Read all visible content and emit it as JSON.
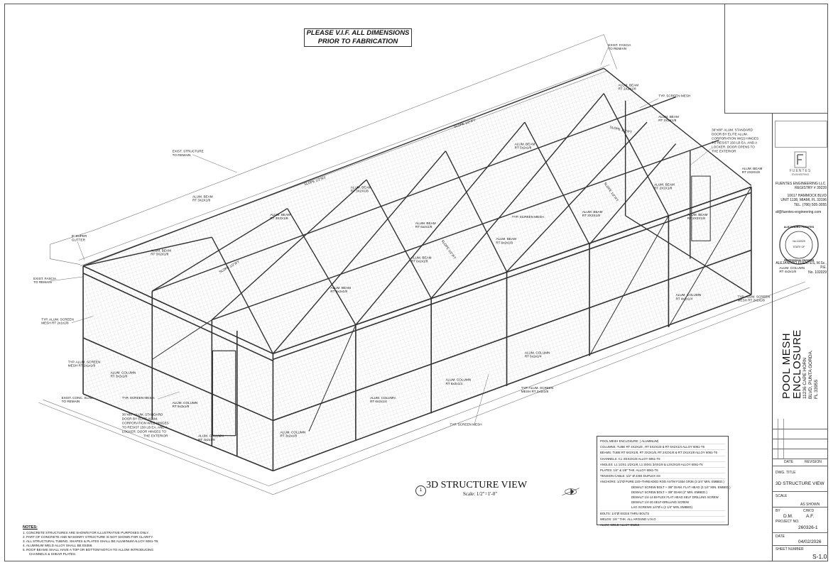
{
  "banner": {
    "line1": "PLEASE V.I.F. ALL DIMENSIONS",
    "line2": "PRIOR TO FABRICATION"
  },
  "view": {
    "number": "1",
    "title": "3D STRUCTURE VIEW",
    "scale": "Scale: 1/2\"=1'-0\""
  },
  "callouts": {
    "exist_fascia_top_1": "EXIST. FASCIA",
    "exist_fascia_top_2": "TO REMAIN",
    "exist_structure_1": "EXIST. STRUCTURE",
    "exist_structure_2": "TO REMAIN",
    "gutter_1": "5\" SUPER",
    "gutter_2": "GUTTER",
    "exist_fascia_left_1": "EXIST. FASCIA",
    "exist_fascia_left_2": "TO REMAIN",
    "typ_screen_left_1": "TYP. ALUM. SCREEN",
    "typ_screen_left_2": "MESH RT 2x1x1/8",
    "typ_screen_left2_1": "TYP. ALUM. SCREEN",
    "typ_screen_left2_2": "MESH RT 2x1x1/8",
    "typ_screen_mesh_a": "TYP. SCREEN MESH",
    "typ_screen_mesh_b": "TYP. SCREEN MESH",
    "typ_screen_mesh_c": "TYP. SCREEN MESH.",
    "typ_screen_mesh_d": "TYP. SCREEN MESH",
    "exist_slab_1": "EXIST. CONC. SLAB",
    "exist_slab_2": "TO REMAIN",
    "door_left_1": "36\"x80\" ALUM. STANDARD",
    "door_left_2": "DOOR BY ELITE ALUM.",
    "door_left_3": "CORPORATION W/(2) HINGES",
    "door_left_4": "TO RESIST 150 LB EA. AND A",
    "door_left_5": "LOCKER. DOOR HINGES TO",
    "door_left_6": "THE EXTERIOR",
    "door_right_1": "36\"x80\" ALUM. STANDARD",
    "door_right_2": "DOOR BY ELITE ALUM.",
    "door_right_3": "CORPORATION W/(2) HINGES",
    "door_right_4": "TO RESIST 150 LB EA. AND A",
    "door_right_5": "LOCKER. DOOR OPENS TO",
    "door_right_6": "THE EXTERIOR",
    "typ_screen_right_1": "TYP. ALUM. SCREEN",
    "typ_screen_right_2": "MESH RT 2x1x1/8",
    "typ_screen_bot_1": "TYP. ALUM. SCREEN",
    "typ_screen_bot_2": "MESH RT 2x1x1/8",
    "col_right_1": "ALUM. COLUMN",
    "col_right_2": "RT 4x2x1/8",
    "beam_top_right_1": "ALUM. BEAM",
    "beam_top_right_2": "RT 2X2X1/8",
    "beam_right_mid_1": "ALUM. BEAM",
    "beam_right_mid_2": "RT 2X2X1/8",
    "beam_right_far_1": "ALUM. BEAM",
    "beam_right_far_2": "RT 2X2X1/8",
    "col_front_1": "ALUM. COLUMN",
    "col_front_2": "RT 6x2x1/4",
    "col_front2_1": "ALUM. COLUMN",
    "col_front2_2": "RT 6x2x1/4",
    "col_left_1": "ALUM. COLUMN",
    "col_left_2": "RT 3x2x1/8",
    "col_left2_1": "ALUM. COLUMN",
    "col_left2_2": "RT 5x3x1/8",
    "col_left3_1": "ALUM. COLUMN",
    "col_left3_2": "RT 3x2x1/8",
    "col_bottom_1": "ALUM. COLUMN",
    "col_bottom_2": "RT 4x2x1/8",
    "col_side_1": "ALUM. COLUMN",
    "col_side_2": "RT 6x2x1/4",
    "col_side2_1": "ALUM. COLUMN",
    "col_side2_2": "RT 4x2x1/4",
    "slope_a": "SLOPE 1/2\"/FT",
    "slope_b": "SLOPE 1/2\"/FT",
    "slope_c": "SLOPE 1/2\"/FT",
    "slope_d": "SLOPE 1/2\"/FT",
    "slope_e": "SLOPE 1/2\"/FT",
    "slope_f": "SLOPE 1/2\"/FT",
    "beam_a_1": "ALUM. BEAM",
    "beam_a_2": "RT 3X2X1/8",
    "beam_b_1": "ALUM. BEAM",
    "beam_b_2": "RT 6x2x1/8",
    "beam_c_1": "ALUM. BEAM",
    "beam_c_2": "RT 5x2x1/8",
    "beam_d_1": "ALUM. BEAM",
    "beam_d_2": "RT 3X2X1/8",
    "beam_e_1": "ALUM. BEAM",
    "beam_e_2": "RT 6x2x1/8",
    "beam_f_1": "ALUM. BEAM",
    "beam_f_2": "RT 3X2X1/8",
    "beam_g_1": "ALUM. BEAM",
    "beam_g_2": "RT 6x2x1/8",
    "beam_h_1": "ALUM. BEAM",
    "beam_h_2": "RT 3X2X1/8",
    "beam_i_1": "ALUM. BEAM",
    "beam_i_2": "RT 6x2x1/8",
    "beam_j_1": "ALUM. BEAM",
    "beam_j_2": "RT 2X2X1/8",
    "beam_k_1": "ALUM. BEAM",
    "beam_k_2": "RT 3X2X1/8",
    "beam_l_1": "ALUM. BEAM",
    "beam_l_2": "RT 2X2X1/8"
  },
  "spec": {
    "title": "POOL MESH ENCLOSURE: ( ALUMINUM)",
    "columns": "COLUMNS: TUBE RT 4X2X1/8 , RT 5X2X1/8 & RT 6X2X1/4 ALLOY 6061-T6",
    "beams": "BEAMS: TUBE RT 6X2X1/8, RT 3X2X1/8, RT 2X2X1/8 & RT 2X1X1/8 ALLOY 6061-T6",
    "channels": "CHANNELS: C1 3/4X2X1/8 ALLOY 6061-T6",
    "angles": "ANGLES: L1 1/2X1 1/2X1/8, L1 3/4X1 3/4X1/8 & L2X2X1/8 ALLOY 6061-T6",
    "plates": "PLATES: 1/4\" & 1/8\" THK. ALLOY 6061-T6",
    "tension": "TENSION CABLE: 1/2\" Ø 2304 DUPLEX SS",
    "anchors": "ANCHORS: 1/2\"Ø PURE 220+THREADED ROD ASTM F1554 GR36 (3 3/4\" MIN. EMBED.)",
    "anchor_1": "DEWALT SCREW BOLT + 3/8\" DIAM. FLAT HEAD (3 1/4\" MIN. EMBED.)",
    "anchor_2": "DEWALT SCREW BOLT + 3/8\" DIAM (2\" MIN. EMBED.)",
    "anchor_3": "DEWALT 1/4-14  BI-FLEX FLAT HEAD SELF DRILLING SCREW",
    "anchor_4": "DEWALT 1/4-20  SELF-DRILLING SCREW",
    "anchor_5": "LAG SCREWS 1/4\"Ø x (2 1/4\" MIN. EMBED)",
    "bolts": "BOLTS: 1/4\"Ø SS316 THRU BOLTS",
    "welds": "WELDS: 1/8 \" THK. ALL AROUND U.N.O",
    "weld_alloy": "ALUM. WELD ALLOY E5356"
  },
  "notes": {
    "title": "NOTES:",
    "items": [
      "1.    CONCRETE STRUCTURES ARE SHOWN FOR ILLUSTRATIVE PURPOSES ONLY.",
      "2.    PART OF CONCRETE AND MASONRY STRUCTURE IS NOT SHOWN FOR CLARITY.",
      "3.    ALL STRUCTURAL TUBING, SHAPES & PLATES SHALL BE ALUMINUM ALLOY 6061-T6.",
      "4.    ALUMINUM WELD ALLOY SHALL BE E5356.",
      "5.    ROOF BEAMS SHALL HAVE A TOP OR BOTTOM NOTCH TO ALLOW INTRODUCING",
      "       CHANNELS & SHEAR PLATES."
    ]
  },
  "titleblock": {
    "company": "FUENTES ENGINEERING LLC",
    "registry": "REGISTRY # 39239",
    "address1": "10617 HAMMOCK BLVD",
    "address2": "UNIT 1138, MIAMI, FL 33196",
    "tel": "TEL.        (786)  505-3055",
    "email": "af@fuentes-engineering.com",
    "engineer": "ALEJANDRO FUENTES, M.Sc., P.E.",
    "engineer_no": "No. 102029",
    "stamp_name": "ALEJANDRO FUENTES",
    "stamp_no": "No.102029",
    "stamp_state": "STATE OF",
    "stamp_pe": "PROFESSIONAL ENGINEER",
    "logo_text": "FUENTES",
    "logo_sub": "ENGINEERING",
    "project_main_1": "POOL MESH",
    "project_main_2": "ENCLOSURE",
    "project_addr_1": "11236 CAPE HORN",
    "project_addr_2": "BLVD, PUNTA GORDA,",
    "project_addr_3": "FL 33955",
    "date_label": "DATE",
    "revision_label": "REVISION",
    "dwg_title_label": "DWG. TITLE",
    "dwg_title": "3D STRUCTURE VIEW",
    "scale_label": "SCALE",
    "scale_value": "AS SHOWN",
    "by_label": "BY",
    "chkd_label": "CHK'D",
    "by_value": "D.M.",
    "chkd_value": "A.F.",
    "project_no_label": "PROJECT NO.",
    "project_no": "260326-1",
    "date2_label": "DATE",
    "date2_value": "04/02/2026",
    "sheet_label": "SHEET NUMBER",
    "sheet_value": "S-1.0"
  }
}
